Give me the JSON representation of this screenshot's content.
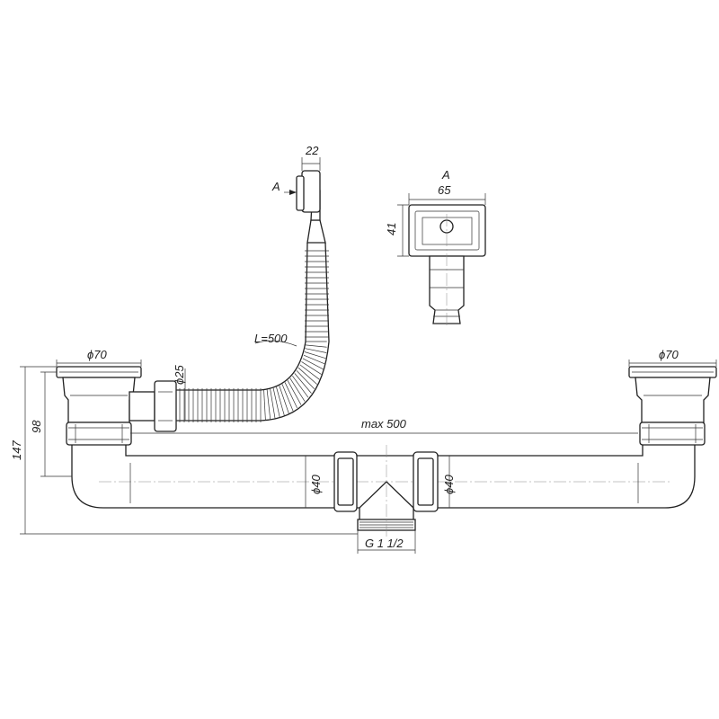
{
  "labels": {
    "overflow_width": "22",
    "view_arrow": "A",
    "view_title": "A",
    "view_width": "65",
    "view_height": "41",
    "hose_length": "L=500",
    "left_basket_diameter": "ϕ70",
    "hose_diameter": "ϕ25",
    "right_basket_diameter": "ϕ70",
    "span": "max 500",
    "height_short": "98",
    "height_total": "147",
    "left_pipe_diameter": "ϕ40",
    "right_pipe_diameter": "ϕ40",
    "outlet_thread": "G 1 1/2"
  },
  "colors": {
    "line": "#222222",
    "background": "#ffffff"
  }
}
